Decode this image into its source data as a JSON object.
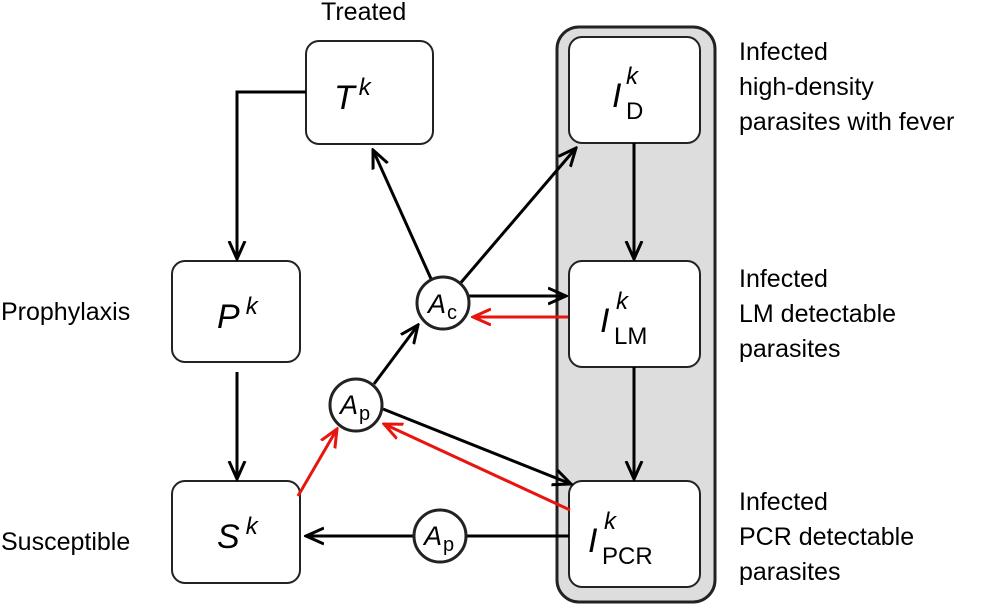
{
  "colors": {
    "group_fill": "#dddddd",
    "group_stroke": "#222222",
    "arrow": "#000000",
    "arrow_red": "#e8140e"
  },
  "compartments": {
    "T": {
      "symbol": "T",
      "sup": "k",
      "sub": ""
    },
    "P": {
      "symbol": "P",
      "sup": "k",
      "sub": ""
    },
    "S": {
      "symbol": "S",
      "sup": "k",
      "sub": ""
    },
    "I_D": {
      "symbol": "I",
      "sup": "k",
      "sub": "D"
    },
    "I_LM": {
      "symbol": "I",
      "sup": "k",
      "sub": "LM"
    },
    "I_PCR": {
      "symbol": "I",
      "sup": "k",
      "sub": "PCR"
    }
  },
  "nodes": {
    "Ac": {
      "symbol": "A",
      "sub": "c"
    },
    "Ap_upper": {
      "symbol": "A",
      "sub": "p"
    },
    "Ap_lower": {
      "symbol": "A",
      "sub": "p"
    }
  },
  "labels": {
    "treated": "Treated",
    "prophylaxis": "Prophylaxis",
    "susceptible": "Susceptible",
    "infected_d": [
      "Infected",
      "high-density",
      "parasites with fever"
    ],
    "infected_lm": [
      "Infected",
      "LM detectable",
      "parasites"
    ],
    "infected_pcr": [
      "Infected",
      "PCR detectable",
      "parasites"
    ]
  }
}
